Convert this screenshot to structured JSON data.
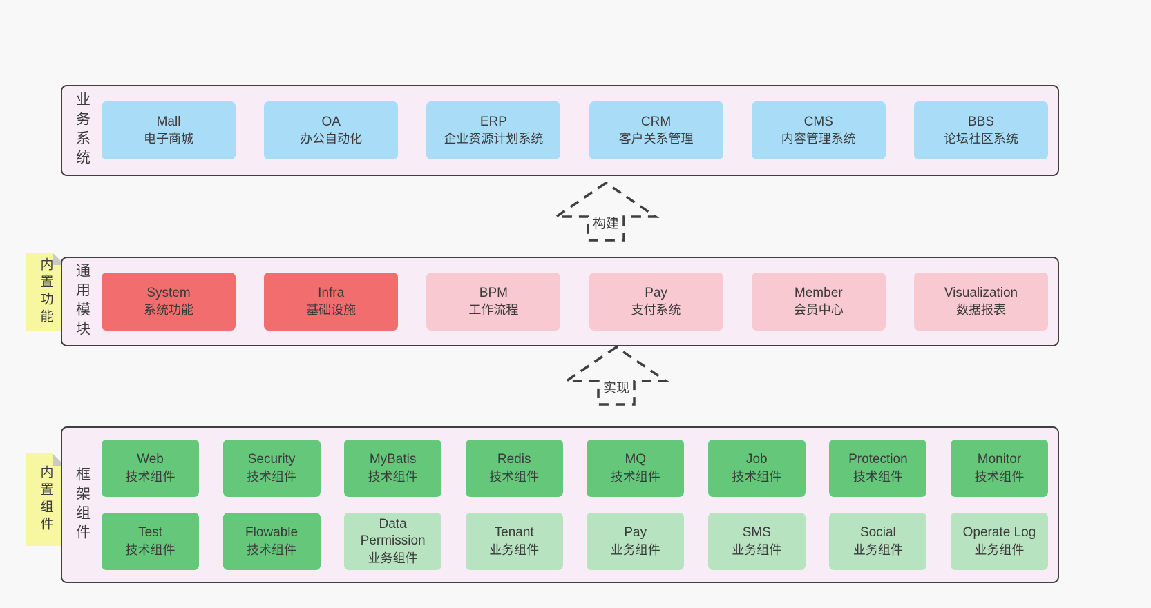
{
  "colors": {
    "page_bg": "#f8f8f8",
    "container_bg": "#f8edf6",
    "container_border": "#3f3f3f",
    "note_bg": "#f7f7a2",
    "note_fold": "#c9c9c9",
    "text": "#3b3b3b",
    "variants": {
      "blue": "#a9dcf6",
      "red": "#f26e6e",
      "pink": "#f9c9d2",
      "green": "#64c779",
      "lightgreen": "#b7e3c1"
    }
  },
  "layers": [
    {
      "id": "business-systems",
      "label": "业务系统",
      "note": null,
      "boxes_rows": [
        [
          {
            "name": "Mall",
            "desc": "电子商城",
            "variant": "blue"
          },
          {
            "name": "OA",
            "desc": "办公自动化",
            "variant": "blue"
          },
          {
            "name": "ERP",
            "desc": "企业资源计划系统",
            "variant": "blue"
          },
          {
            "name": "CRM",
            "desc": "客户关系管理",
            "variant": "blue"
          },
          {
            "name": "CMS",
            "desc": "内容管理系统",
            "variant": "blue"
          },
          {
            "name": "BBS",
            "desc": "论坛社区系统",
            "variant": "blue"
          }
        ]
      ]
    },
    {
      "id": "common-modules",
      "label": "通用模块",
      "note": "内置功能",
      "boxes_rows": [
        [
          {
            "name": "System",
            "desc": "系统功能",
            "variant": "red"
          },
          {
            "name": "Infra",
            "desc": "基础设施",
            "variant": "red"
          },
          {
            "name": "BPM",
            "desc": "工作流程",
            "variant": "pink"
          },
          {
            "name": "Pay",
            "desc": "支付系统",
            "variant": "pink"
          },
          {
            "name": "Member",
            "desc": "会员中心",
            "variant": "pink"
          },
          {
            "name": "Visualization",
            "desc": "数据报表",
            "variant": "pink"
          }
        ]
      ]
    },
    {
      "id": "framework-components",
      "label": "框架组件",
      "note": "内置组件",
      "boxes_rows": [
        [
          {
            "name": "Web",
            "desc": "技术组件",
            "variant": "green"
          },
          {
            "name": "Security",
            "desc": "技术组件",
            "variant": "green"
          },
          {
            "name": "MyBatis",
            "desc": "技术组件",
            "variant": "green"
          },
          {
            "name": "Redis",
            "desc": "技术组件",
            "variant": "green"
          },
          {
            "name": "MQ",
            "desc": "技术组件",
            "variant": "green"
          },
          {
            "name": "Job",
            "desc": "技术组件",
            "variant": "green"
          },
          {
            "name": "Protection",
            "desc": "技术组件",
            "variant": "green"
          },
          {
            "name": "Monitor",
            "desc": "技术组件",
            "variant": "green"
          }
        ],
        [
          {
            "name": "Test",
            "desc": "技术组件",
            "variant": "green"
          },
          {
            "name": "Flowable",
            "desc": "技术组件",
            "variant": "green"
          },
          {
            "name": "Data Permission",
            "desc": "业务组件",
            "variant": "lightgreen"
          },
          {
            "name": "Tenant",
            "desc": "业务组件",
            "variant": "lightgreen"
          },
          {
            "name": "Pay",
            "desc": "业务组件",
            "variant": "lightgreen"
          },
          {
            "name": "SMS",
            "desc": "业务组件",
            "variant": "lightgreen"
          },
          {
            "name": "Social",
            "desc": "业务组件",
            "variant": "lightgreen"
          },
          {
            "name": "Operate Log",
            "desc": "业务组件",
            "variant": "lightgreen"
          }
        ]
      ]
    }
  ],
  "arrows": [
    {
      "label": "构建"
    },
    {
      "label": "实现"
    }
  ]
}
